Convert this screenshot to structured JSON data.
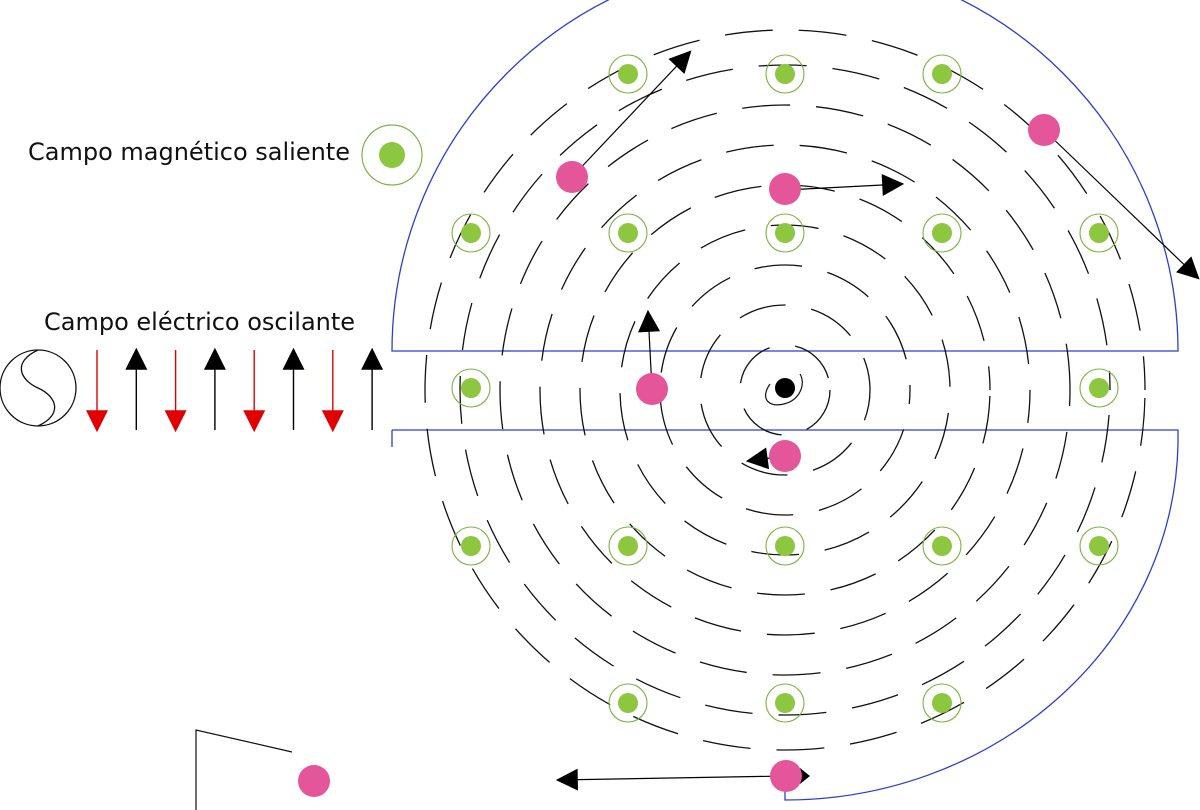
{
  "labels": {
    "magnetic_field": "Campo magnético saliente",
    "electric_field": "Campo eléctrico oscilante"
  },
  "colors": {
    "dee_outline": "#2b3fcf",
    "field_dot": "#8dc63f",
    "field_ring": "#7cb342",
    "particle": "#e4559a",
    "electric_down": "#e00000",
    "electric_up": "#000000",
    "track": "#111111"
  },
  "electric_field_arrows": [
    "down",
    "up",
    "down",
    "up",
    "down",
    "up",
    "down",
    "up"
  ],
  "icons": {
    "ac_source": "ac-source-icon",
    "particle_source": "particle-source-icon",
    "field_out_of_page": "field-out-of-page-icon"
  }
}
